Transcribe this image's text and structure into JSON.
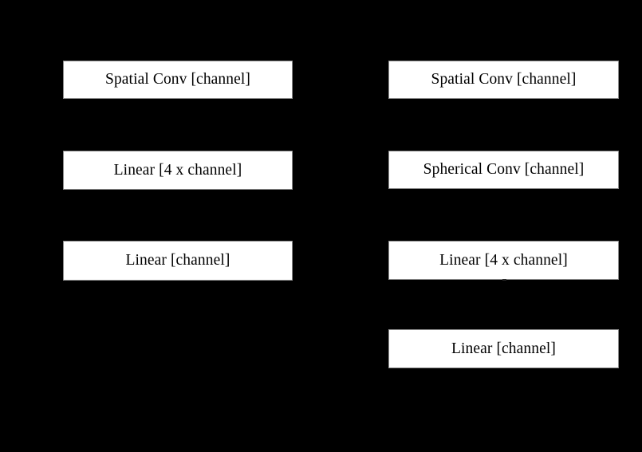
{
  "diagram": {
    "background_color": "#000000",
    "block_fill_color": "#ffffff",
    "block_border_color": "#8c8c8c",
    "block_text_color": "#000000",
    "columns": [
      {
        "name": "left-pipeline",
        "blocks": [
          {
            "label": "Spatial Conv [channel]"
          },
          {
            "label": "Linear [4 x channel]"
          },
          {
            "label": "Linear [channel]"
          }
        ]
      },
      {
        "name": "right-pipeline",
        "blocks": [
          {
            "label": "Spatial Conv [channel]"
          },
          {
            "label": "Spherical Conv [channel]"
          },
          {
            "label": "Linear [4 x channel]"
          },
          {
            "label": "Linear [channel]"
          }
        ]
      }
    ]
  }
}
